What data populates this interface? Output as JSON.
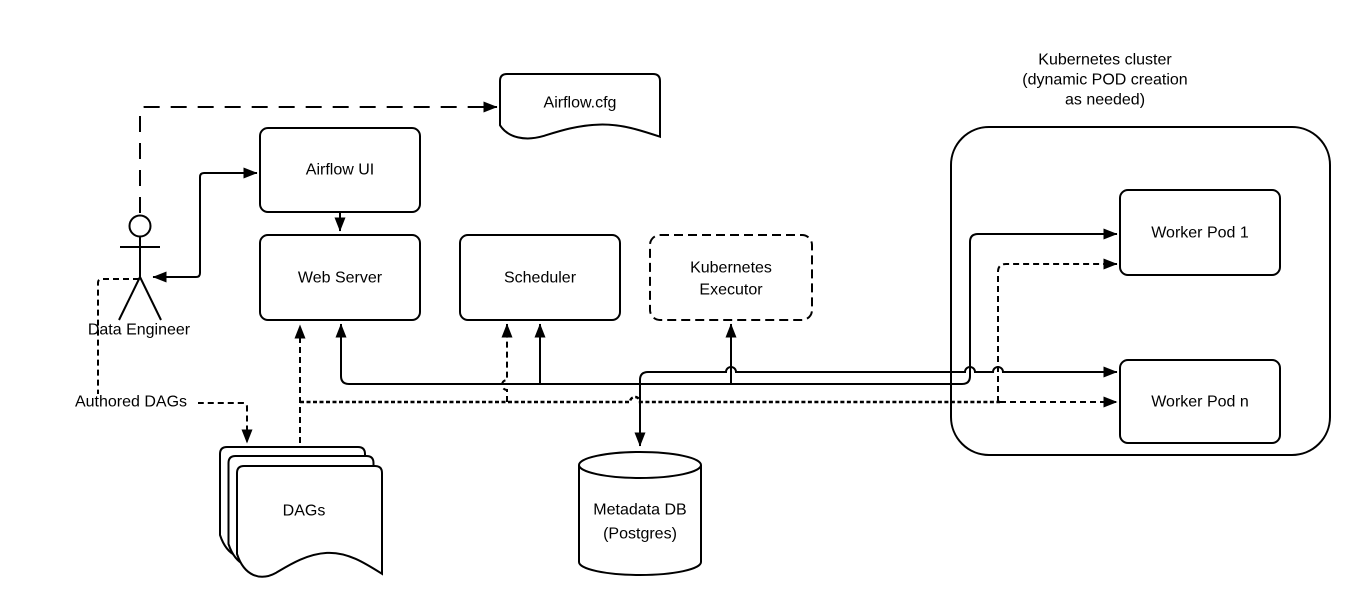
{
  "colors": {
    "stroke": "#000000",
    "fill": "#ffffff",
    "text": "#000000",
    "background": "#ffffff"
  },
  "nodes": {
    "airflow_cfg": {
      "label": "Airflow.cfg"
    },
    "airflow_ui": {
      "label": "Airflow UI"
    },
    "web_server": {
      "label": "Web Server"
    },
    "scheduler": {
      "label": "Scheduler"
    },
    "kubernetes_executor": {
      "line1": "Kubernetes",
      "line2": "Executor"
    },
    "kubernetes_cluster": {
      "line1": "Kubernetes cluster",
      "line2": "(dynamic POD creation",
      "line3": "as needed)"
    },
    "worker_pod_1": {
      "label": "Worker Pod 1"
    },
    "worker_pod_n": {
      "label": "Worker Pod n"
    },
    "dags": {
      "label": "DAGs"
    },
    "metadata_db": {
      "line1": "Metadata DB",
      "line2": "(Postgres)"
    },
    "data_engineer": {
      "label": "Data Engineer"
    }
  },
  "edges": {
    "authored_dags_label": "Authored DAGs"
  }
}
